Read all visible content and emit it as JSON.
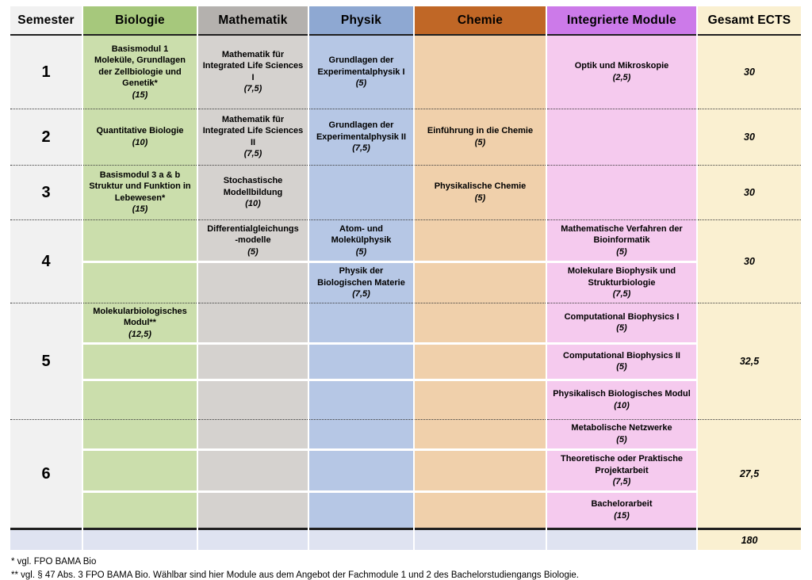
{
  "columns": {
    "semester": "Semester",
    "biologie": "Biologie",
    "mathematik": "Mathematik",
    "physik": "Physik",
    "chemie": "Chemie",
    "integrierte": "Integrierte Module",
    "ects": "Gesamt ECTS"
  },
  "semesters": [
    {
      "number": "1",
      "ects": "30",
      "rows": [
        {
          "biologie": {
            "line1": "Basismodul 1",
            "line2": "Moleküle, Grundlagen der Zellbiologie und Genetik*",
            "credits": "(15)"
          },
          "mathematik": {
            "line1": "Mathematik für Integrated Life Sciences I",
            "credits": "(7,5)"
          },
          "physik": {
            "line1": "Grundlagen der Experimentalphysik I",
            "credits": "(5)"
          },
          "integrierte": {
            "line1": "Optik und Mikroskopie",
            "credits": "(2,5)"
          }
        }
      ]
    },
    {
      "number": "2",
      "ects": "30",
      "rows": [
        {
          "biologie": {
            "line1": "Quantitative Biologie",
            "credits": "(10)"
          },
          "mathematik": {
            "line1": "Mathematik für Integrated Life Sciences II",
            "credits": "(7,5)"
          },
          "physik": {
            "line1": "Grundlagen der Experimentalphysik II",
            "credits": "(7,5)"
          },
          "chemie": {
            "line1": "Einführung in die Chemie",
            "credits": "(5)"
          }
        }
      ]
    },
    {
      "number": "3",
      "ects": "30",
      "rows": [
        {
          "biologie": {
            "line1": "Basismodul 3 a & b",
            "line2": "Struktur und Funktion in Lebewesen*",
            "credits": "(15)"
          },
          "mathematik": {
            "line1": "Stochastische Modellbildung",
            "credits": "(10)"
          },
          "chemie": {
            "line1": "Physikalische Chemie",
            "credits": "(5)"
          }
        }
      ]
    },
    {
      "number": "4",
      "ects": "30",
      "rows": [
        {
          "mathematik": {
            "line1": "Differentialgleichungs",
            "line2": "-modelle",
            "credits": "(5)"
          },
          "physik": {
            "line1": "Atom- und Molekülphysik",
            "credits": "(5)"
          },
          "integrierte": {
            "line1": "Mathematische Verfahren der Bioinformatik",
            "credits": "(5)"
          }
        },
        {
          "physik": {
            "line1": "Physik der Biologischen Materie",
            "credits": "(7,5)"
          },
          "integrierte": {
            "line1": "Molekulare Biophysik und Strukturbiologie",
            "credits": "(7,5)"
          }
        }
      ]
    },
    {
      "number": "5",
      "ects": "32,5",
      "rows": [
        {
          "biologie": {
            "line1": "Molekularbiologisches Modul**",
            "credits": "(12,5)"
          },
          "integrierte": {
            "line1": "Computational Biophysics I",
            "credits": "(5)"
          }
        },
        {
          "integrierte": {
            "line1": "Computational Biophysics II",
            "credits": "(5)"
          }
        },
        {
          "integrierte": {
            "line1": "Physikalisch Biologisches Modul",
            "credits": "(10)"
          }
        }
      ]
    },
    {
      "number": "6",
      "ects": "27,5",
      "rows": [
        {
          "integrierte": {
            "line1": "Metabolische Netzwerke",
            "credits": "(5)"
          }
        },
        {
          "integrierte": {
            "line1": "Theoretische oder Praktische Projektarbeit",
            "credits": "(7,5)"
          }
        },
        {
          "integrierte": {
            "line1": "Bachelorarbeit",
            "credits": "(15)"
          }
        }
      ]
    }
  ],
  "total_ects": "180",
  "footnotes": [
    "* vgl. FPO BAMA Bio",
    "** vgl. § 47 Abs. 3 FPO BAMA Bio. Wählbar sind hier Module aus dem Angebot der Fachmodule 1 und 2 des Bachelorstudiengangs Biologie."
  ],
  "colors": {
    "biologie_header": "#a6c87c",
    "biologie_cell": "#cbdeac",
    "mathematik_header": "#b4b1ae",
    "mathematik_cell": "#d5d2cf",
    "physik_header": "#8ea8d2",
    "physik_cell": "#b6c7e5",
    "chemie_header": "#c06726",
    "chemie_cell": "#f0d0ab",
    "integrierte_header": "#cc7ae9",
    "integrierte_cell": "#f5caee",
    "ects_column": "#faf0d1",
    "semester_column": "#f1f1f1",
    "total_row": "#dfe3f1",
    "border": "#1f1f1f"
  }
}
